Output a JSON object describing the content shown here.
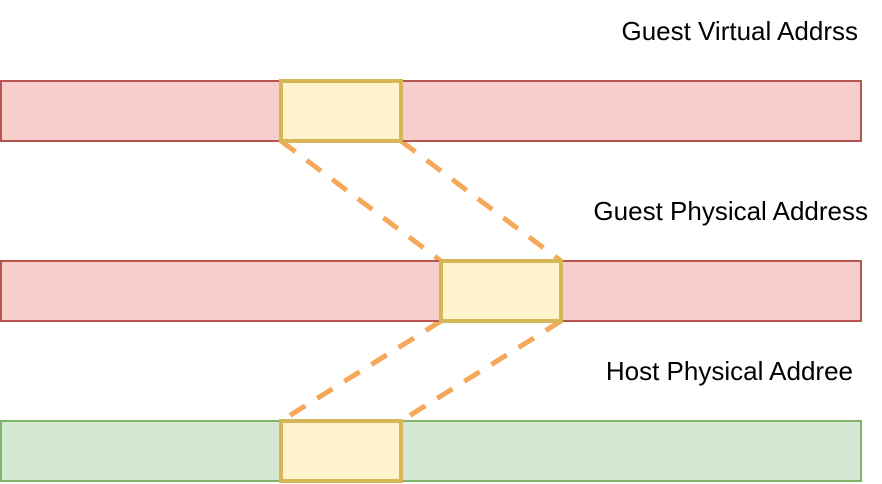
{
  "labels": {
    "gva": "Guest Virtual Addrss",
    "gpa": "Guest Physical Address",
    "hpa": "Host Physical Addree"
  },
  "colors": {
    "bar_red_fill": "#f8cecc",
    "bar_red_stroke": "#b85450",
    "bar_green_fill": "#d5e8d4",
    "bar_green_stroke": "#82b366",
    "block_fill": "#fff2cc",
    "block_stroke": "#d6b656",
    "connector": "#f5a85a"
  }
}
